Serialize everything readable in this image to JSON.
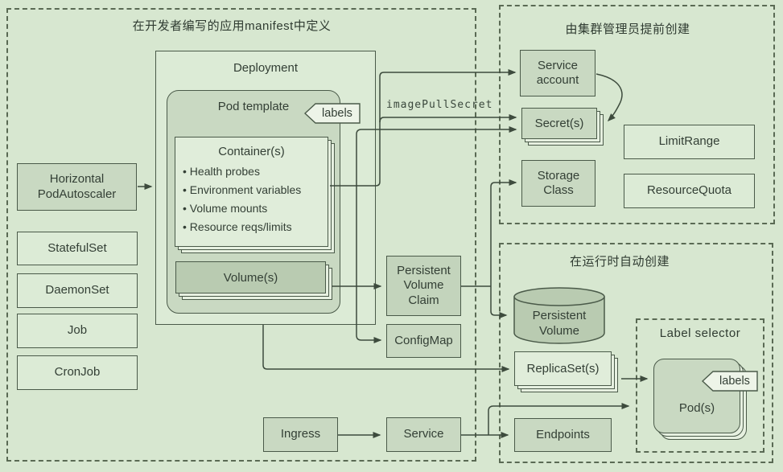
{
  "diagram": {
    "regions": {
      "developer": "在开发者编写的应用manifest中定义",
      "admin": "由集群管理员提前创建",
      "runtime": "在运行时自动创建",
      "label_selector": "Label selector"
    },
    "edge_labels": {
      "image_pull_secret": "imagePullSecret"
    },
    "nodes": {
      "hpa": {
        "line1": "Horizontal",
        "line2": "PodAutoscaler"
      },
      "statefulset": {
        "label": "StatefulSet"
      },
      "daemonset": {
        "label": "DaemonSet"
      },
      "job": {
        "label": "Job"
      },
      "cronjob": {
        "label": "CronJob"
      },
      "deployment": {
        "label": "Deployment"
      },
      "pod_template": {
        "label": "Pod template"
      },
      "pod_template_labels_tag": {
        "label": "labels"
      },
      "containers": {
        "title": "Container(s)",
        "bullets": [
          "• Health probes",
          "• Environment variables",
          "• Volume mounts",
          "• Resource reqs/limits"
        ]
      },
      "volumes": {
        "label": "Volume(s)"
      },
      "service_account": {
        "line1": "Service",
        "line2": "account"
      },
      "secrets": {
        "label": "Secret(s)"
      },
      "storage_class": {
        "line1": "Storage",
        "line2": "Class"
      },
      "limit_range": {
        "label": "LimitRange"
      },
      "resource_quota": {
        "label": "ResourceQuota"
      },
      "pvc": {
        "line1": "Persistent",
        "line2": "Volume",
        "line3": "Claim"
      },
      "configmap": {
        "label": "ConfigMap"
      },
      "persistent_volume": {
        "line1": "Persistent",
        "line2": "Volume"
      },
      "replicasets": {
        "label": "ReplicaSet(s)"
      },
      "endpoints": {
        "label": "Endpoints"
      },
      "pods": {
        "label": "Pod(s)"
      },
      "pod_labels_tag": {
        "label": "labels"
      },
      "ingress": {
        "label": "Ingress"
      },
      "service": {
        "label": "Service"
      }
    },
    "colors": {
      "background": "#d7e7d0",
      "node_mid": "#c9d9c2",
      "node_dark": "#b9cbb1",
      "node_light": "#e0edda",
      "node_bg": "#dcebd6",
      "border": "#4a5a49",
      "line": "#3d4b3d",
      "text": "#333f35"
    }
  }
}
